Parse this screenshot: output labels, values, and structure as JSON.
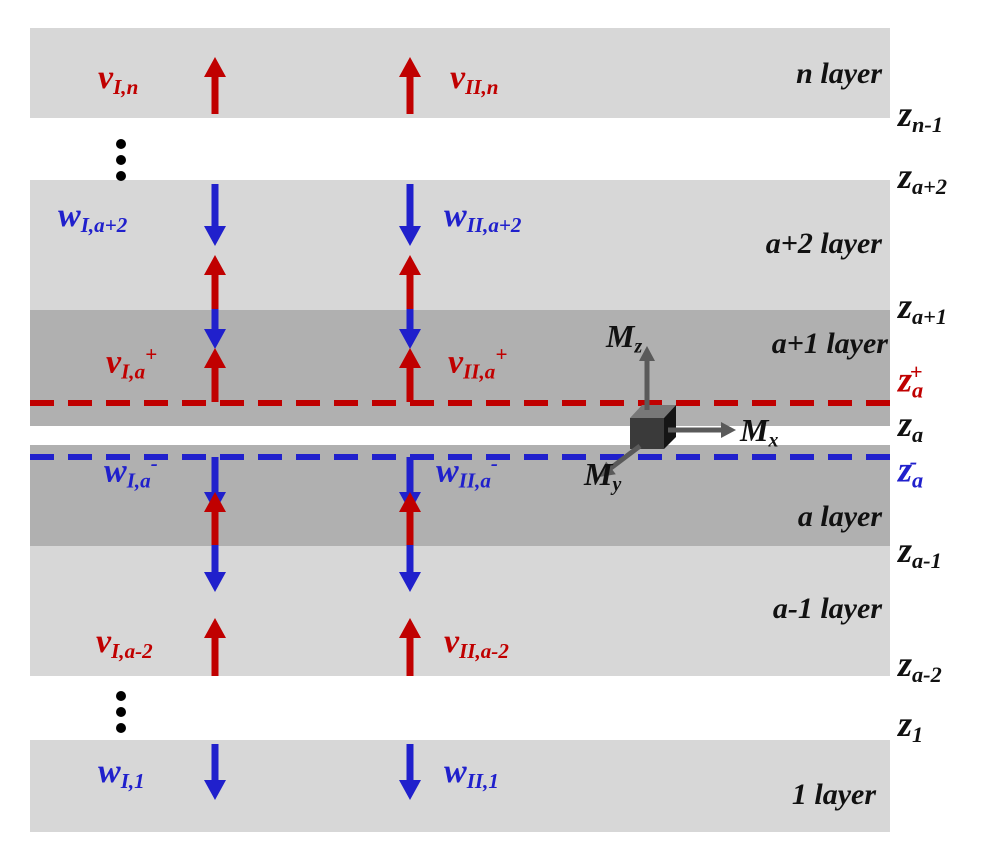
{
  "colors": {
    "red": "#c00000",
    "blue": "#2020cc",
    "layer_light": "#d7d7d7",
    "layer_dark": "#b0b0b0",
    "moment_gray": "#5a5a5a",
    "dots_black": "#000000"
  },
  "layer_labels": {
    "n": "n layer",
    "a_plus_2": "a+2 layer",
    "a_plus_1": "a+1 layer",
    "a": "a layer",
    "a_minus_1": "a-1 layer",
    "one": "1 layer"
  },
  "interface_labels": {
    "z_n_minus_1": {
      "base": "z",
      "sub": "n-1"
    },
    "z_a_plus_2": {
      "base": "z",
      "sub": "a+2"
    },
    "z_a_plus_1": {
      "base": "z",
      "sub": "a+1"
    },
    "z_a_plus": {
      "base": "z",
      "sub": "a",
      "sup": "+"
    },
    "z_a": {
      "base": "z",
      "sub": "a"
    },
    "z_a_minus": {
      "base": "z",
      "sub": "a",
      "sup": "-"
    },
    "z_a_minus_1": {
      "base": "z",
      "sub": "a-1"
    },
    "z_a_minus_2": {
      "base": "z",
      "sub": "a-2"
    },
    "z_1": {
      "base": "z",
      "sub": "1"
    }
  },
  "wave_labels": {
    "v_I_n": {
      "base": "v",
      "sub": "I,n"
    },
    "v_II_n": {
      "base": "v",
      "sub": "II,n"
    },
    "w_I_a2": {
      "base": "w",
      "sub": "I,a+2"
    },
    "w_II_a2": {
      "base": "w",
      "sub": "II,a+2"
    },
    "v_I_a_plus": {
      "base": "v",
      "sub": "I,a",
      "sup": "+"
    },
    "v_II_a_plus": {
      "base": "v",
      "sub": "II,a",
      "sup": "+"
    },
    "w_I_a_minus": {
      "base": "w",
      "sub": "I,a",
      "sup": "-"
    },
    "w_II_a_minus": {
      "base": "w",
      "sub": "II,a",
      "sup": "-"
    },
    "v_I_a_minus_2": {
      "base": "v",
      "sub": "I,a-2"
    },
    "v_II_a_minus_2": {
      "base": "v",
      "sub": "II,a-2"
    },
    "w_I_1": {
      "base": "w",
      "sub": "I,1"
    },
    "w_II_1": {
      "base": "w",
      "sub": "II,1"
    }
  },
  "moment_labels": {
    "Mz": {
      "base": "M",
      "sub": "z"
    },
    "Mx": {
      "base": "M",
      "sub": "x"
    },
    "My": {
      "base": "M",
      "sub": "y"
    }
  }
}
